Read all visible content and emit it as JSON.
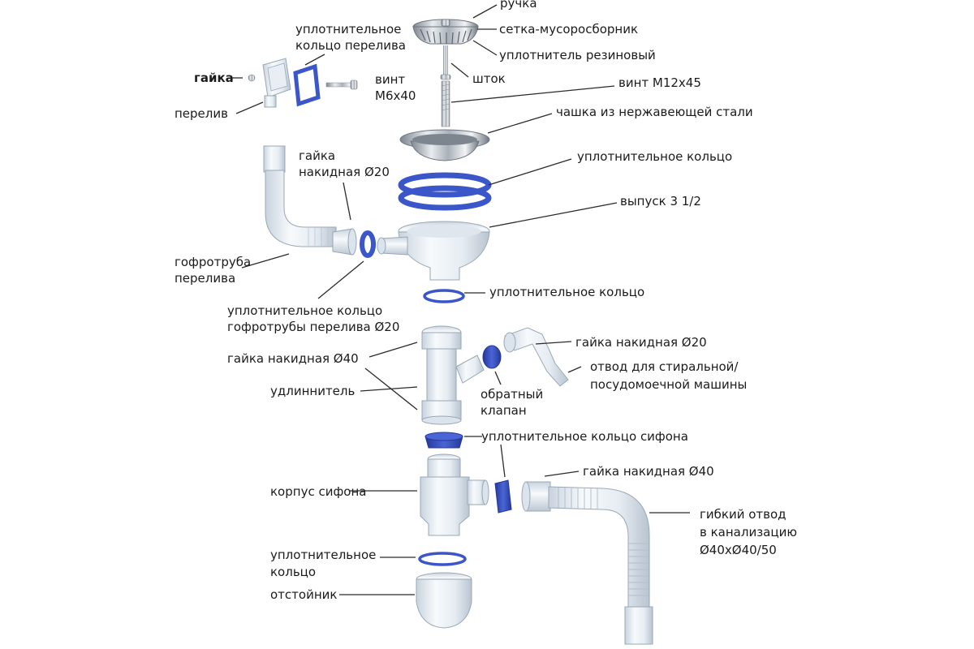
{
  "labels": {
    "handle": "ручка",
    "strainer": "сетка-мусоросборник",
    "rubber_seal": "уплотнитель резиновый",
    "stem": "шток",
    "screw_m12": "винт М12х45",
    "steel_cup": "чашка из нержавеющей стали",
    "seal_ring_top": "уплотнительное кольцо",
    "outlet": "выпуск 3 1/2",
    "overflow_ring_line1": "уплотнительное",
    "overflow_ring_line2": "кольцо перелива",
    "nut_small": "гайка",
    "overflow": "перелив",
    "screw_m6_line1": "винт",
    "screw_m6_line2": "М6х40",
    "union_nut20_line1": "гайка",
    "union_nut20_line2": "накидная Ø20",
    "corrugated_line1": "гофротруба",
    "corrugated_line2": "перелива",
    "corr_ring_line1": "уплотнительное кольцо",
    "corr_ring_line2": "гофротрубы перелива Ø20",
    "seal_ring_mid": "уплотнительное кольцо",
    "union_nut20_right": "гайка накидная Ø20",
    "washer_branch_line1": "отвод для стиральной/",
    "washer_branch_line2": "посудомоечной машины",
    "union_nut40_left": "гайка накидная Ø40",
    "extender": "удлиннитель",
    "check_valve_line1": "обратный",
    "check_valve_line2": "клапан",
    "siphon_ring": "уплотнительное кольцо сифона",
    "union_nut40_right": "гайка накидная Ø40",
    "siphon_body": "корпус сифона",
    "flex_line1": "гибкий отвод",
    "flex_line2": "в канализацию",
    "flex_line3": "Ø40хØ40/50",
    "seal_ring_bottom_line1": "уплотнительное",
    "seal_ring_bottom_line2": "кольцо",
    "sump": "отстойник"
  },
  "colors": {
    "plastic": "#eef3f8",
    "plastic_shade": "#c9d3de",
    "plastic_edge": "#9aa8b7",
    "seal_blue": "#3a56c8",
    "seal_blue_dark": "#24389a",
    "steel": "#c8cdd3",
    "steel_dark": "#6e7680",
    "leader": "#2b2b2b",
    "text": "#1b1b1b"
  }
}
